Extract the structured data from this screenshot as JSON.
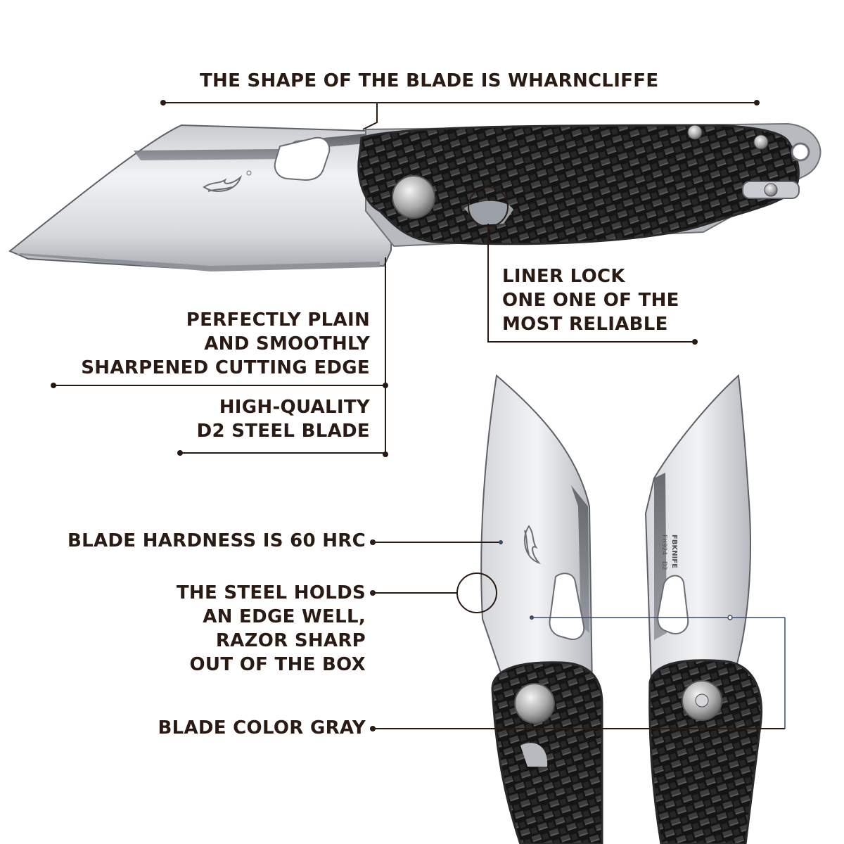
{
  "annotations": {
    "blade_shape": "THE SHAPE OF THE BLADE IS WHARNCLIFFE",
    "liner_lock": [
      "LINER LOCK",
      "ONE ONE OF THE",
      "MOST RELIABLE"
    ],
    "cutting_edge": [
      "PERFECTLY PLAIN",
      "AND SMOOTHLY",
      "SHARPENED CUTTING EDGE"
    ],
    "steel": [
      "HIGH-QUALITY",
      "D2 STEEL BLADE"
    ],
    "hardness": "BLADE HARDNESS IS 60 HRC",
    "edge_retention": [
      "THE STEEL HOLDS",
      "AN EDGE WELL,",
      "RAZOR SHARP",
      "OUT OF THE BOX"
    ],
    "color": "BLADE COLOR GRAY"
  },
  "blade_marks": {
    "brand": "FBKNIFE",
    "model": "FH924",
    "steel": "D2"
  },
  "colors": {
    "text": "#2a1a14",
    "line": "#2a1a14",
    "blade_light": "#e9eaec",
    "blade_mid": "#b9bcc1",
    "blade_dark": "#6e7278",
    "carbon_dark": "#141414",
    "carbon_light": "#4a4a4a",
    "callout_blue": "#3a4a6a"
  },
  "icons": [
    "flame-logo-icon"
  ]
}
